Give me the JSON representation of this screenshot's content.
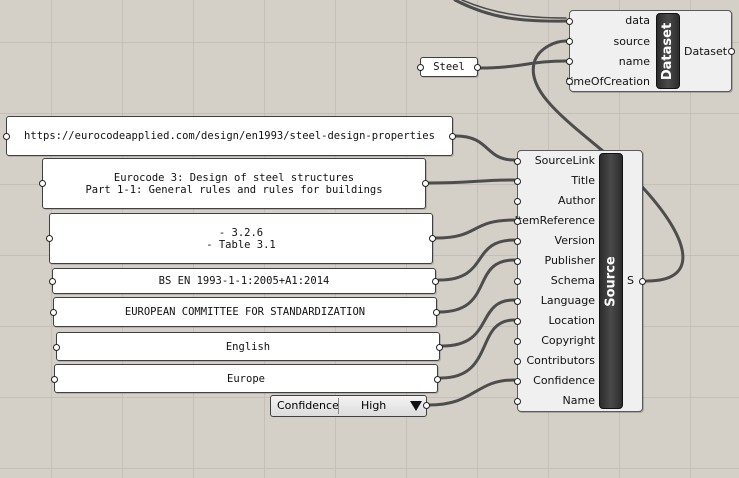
{
  "panels": {
    "steel": "Steel",
    "url": "https://eurocodeapplied.com/design/en1993/steel-design-properties",
    "title": "Eurocode 3: Design of steel structures\nPart 1-1: General rules and rules for buildings",
    "item_reference": "- 3.2.6\n- Table 3.1",
    "version": "BS EN 1993-1-1:2005+A1:2014",
    "publisher": "EUROPEAN COMMITTEE FOR STANDARDIZATION",
    "language": "English",
    "location": "Europe"
  },
  "value_list": {
    "name": "Confidence",
    "value": "High"
  },
  "dataset_component": {
    "label": "Dataset",
    "inputs": [
      "data",
      "source",
      "name",
      "timeOfCreation"
    ],
    "output": "Dataset"
  },
  "source_component": {
    "label": "Source",
    "inputs": [
      "SourceLink",
      "Title",
      "Author",
      "ItemReference",
      "Version",
      "Publisher",
      "Schema",
      "Language",
      "Location",
      "Copyright",
      "Contributors",
      "Confidence",
      "Name"
    ],
    "output": "S"
  },
  "colors": {
    "canvas": "#d4d0c8",
    "wire": "#4d4d4d",
    "component_bar": "#333333"
  }
}
